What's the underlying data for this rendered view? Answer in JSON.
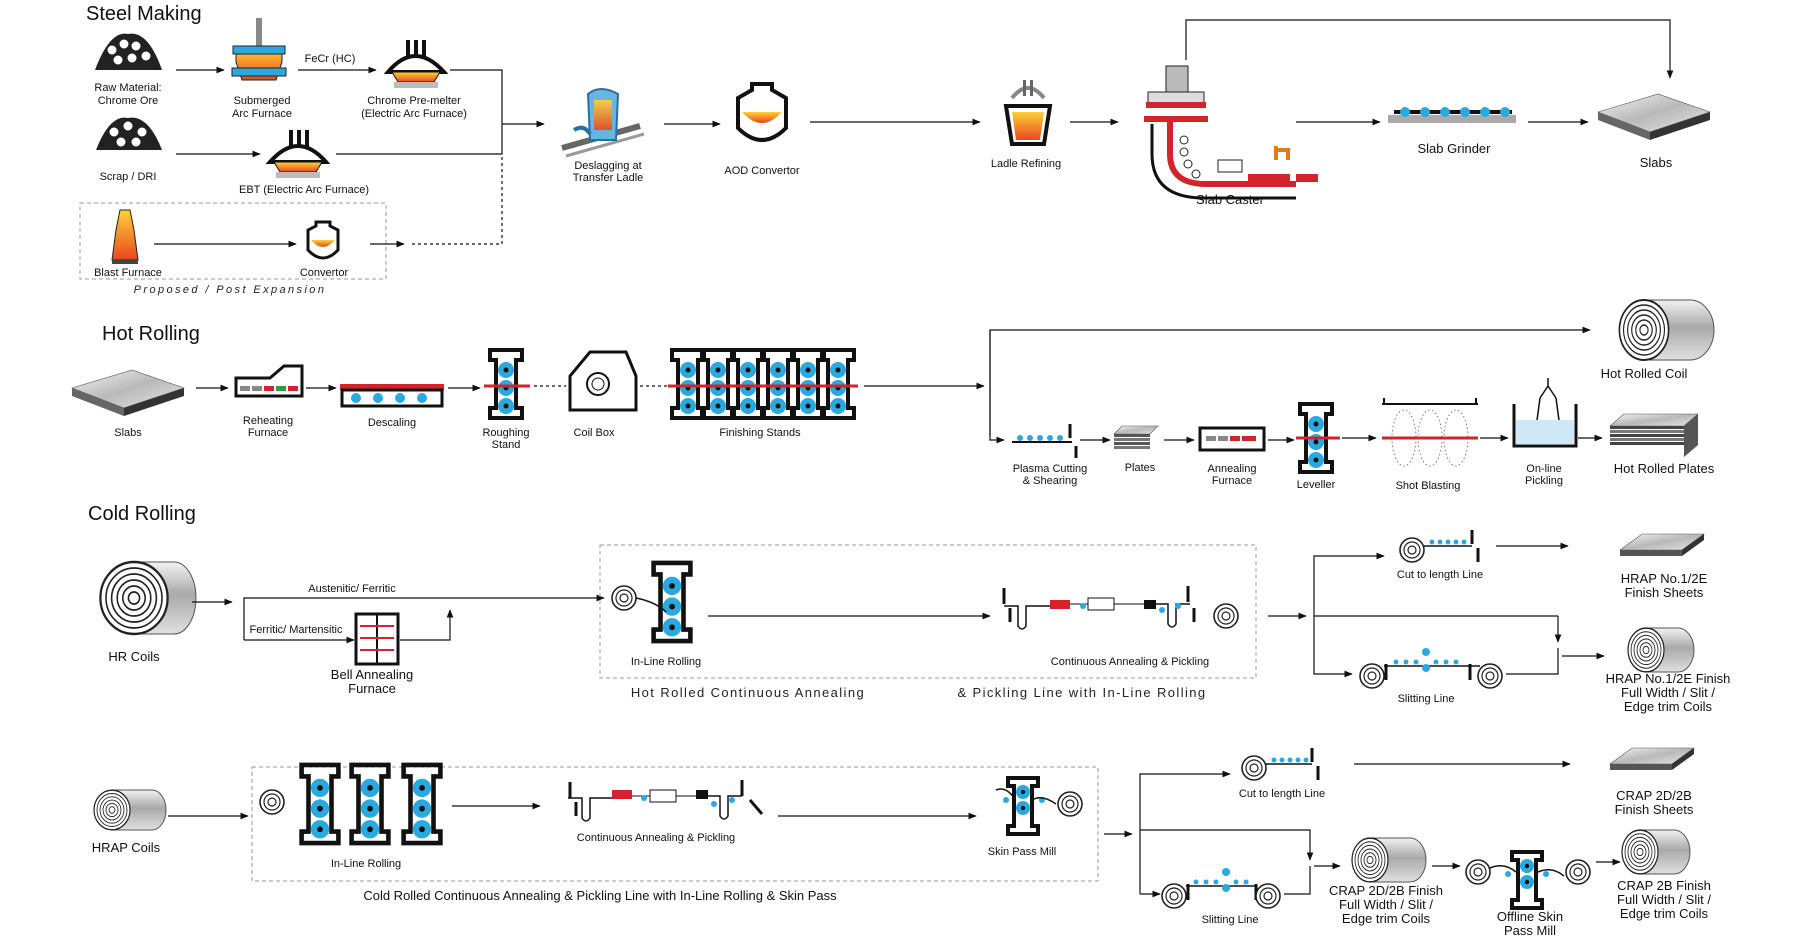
{
  "sections": {
    "steel_making": "Steel Making",
    "hot_rolling": "Hot Rolling",
    "cold_rolling": "Cold Rolling"
  },
  "steel": {
    "raw_material_1": "Raw Material:",
    "raw_material_2": "Chrome Ore",
    "scrap": "Scrap / DRI",
    "saf_1": "Submerged",
    "saf_2": "Arc Furnace",
    "fecr": "FeCr (HC)",
    "premelter_1": "Chrome Pre-melter",
    "premelter_2": "(Electric Arc Furnace)",
    "ebt": "EBT (Electric Arc Furnace)",
    "blast_furnace": "Blast Furnace",
    "convertor": "Convertor",
    "proposed": "Proposed / Post Expansion",
    "deslag_1": "Deslagging at",
    "deslag_2": "Transfer Ladle",
    "aod": "AOD Convertor",
    "ladle": "Ladle Refining",
    "caster": "Slab Caster",
    "grinder": "Slab Grinder",
    "slabs": "Slabs"
  },
  "hot": {
    "slabs": "Slabs",
    "reheat_1": "Reheating",
    "reheat_2": "Furnace",
    "descaling": "Descaling",
    "rough_1": "Roughing",
    "rough_2": "Stand",
    "coilbox": "Coil Box",
    "finishing": "Finishing Stands",
    "hr_coil": "Hot Rolled Coil",
    "plasma_1": "Plasma Cutting",
    "plasma_2": "& Shearing",
    "plates": "Plates",
    "anneal_1": "Annealing",
    "anneal_2": "Furnace",
    "leveller": "Leveller",
    "shot": "Shot Blasting",
    "pickling_1": "On-line",
    "pickling_2": "Pickling",
    "hr_plates": "Hot Rolled Plates"
  },
  "cold1": {
    "hr_coils": "HR Coils",
    "austenitic": "Austenitic/ Ferritic",
    "ferritic": "Ferritic/ Martensitic",
    "bell_1": "Bell Annealing",
    "bell_2": "Furnace",
    "inline": "In-Line Rolling",
    "cap": "Continuous Annealing & Pickling",
    "line_a": "Hot Rolled Continuous Annealing",
    "line_b": "& Pickling Line with In-Line Rolling",
    "ctl": "Cut to length Line",
    "slitting": "Slitting Line",
    "sheets_1": "HRAP No.1/2E",
    "sheets_2": "Finish Sheets",
    "coils_1": "HRAP No.1/2E Finish",
    "coils_2": "Full Width / Slit /",
    "coils_3": "Edge trim Coils"
  },
  "cold2": {
    "hrap": "HRAP Coils",
    "inline": "In-Line Rolling",
    "cap": "Continuous Annealing & Pickling",
    "skin": "Skin Pass Mill",
    "line": "Cold Rolled Continuous Annealing & Pickling Line with In-Line Rolling & Skin Pass",
    "ctl": "Cut to length Line",
    "slitting": "Slitting Line",
    "sheets_1": "CRAP 2D/2B",
    "sheets_2": "Finish Sheets",
    "coils_1": "CRAP 2D/2B Finish",
    "coils_2": "Full Width / Slit /",
    "coils_3": "Edge trim Coils",
    "offline_1": "Offline Skin",
    "offline_2": "Pass Mill",
    "final_1": "CRAP 2B Finish",
    "final_2": "Full Width / Slit /",
    "final_3": "Edge trim Coils"
  }
}
